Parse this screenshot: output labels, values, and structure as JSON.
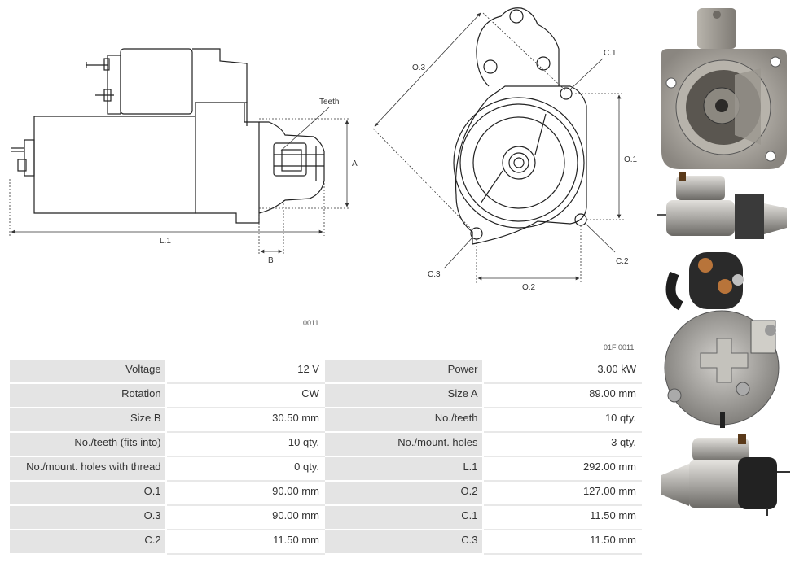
{
  "drawing": {
    "labels": {
      "teeth": "Teeth",
      "a": "A",
      "l1": "L.1",
      "b": "B",
      "o3": "O.3",
      "c1": "C.1",
      "o1": "O.1",
      "c2": "C.2",
      "c3": "C.3",
      "o2": "O.2"
    },
    "scraps": [
      "0011",
      "01F 0011"
    ]
  },
  "photos": [
    {
      "name": "front-flange-photo"
    },
    {
      "name": "side-view-photo"
    },
    {
      "name": "rear-solenoid-photo"
    },
    {
      "name": "angled-view-photo"
    }
  ],
  "specs": {
    "rows": [
      {
        "k1": "Voltage",
        "v1": "12 V",
        "k2": "Power",
        "v2": "3.00 kW"
      },
      {
        "k1": "Rotation",
        "v1": "CW",
        "k2": "Size A",
        "v2": "89.00 mm"
      },
      {
        "k1": "Size B",
        "v1": "30.50 mm",
        "k2": "No./teeth",
        "v2": "10 qty."
      },
      {
        "k1": "No./teeth (fits into)",
        "v1": "10 qty.",
        "k2": "No./mount. holes",
        "v2": "3 qty."
      },
      {
        "k1": "No./mount. holes with thread",
        "v1": "0 qty.",
        "k2": "L.1",
        "v2": "292.00 mm"
      },
      {
        "k1": "O.1",
        "v1": "90.00 mm",
        "k2": "O.2",
        "v2": "127.00 mm"
      },
      {
        "k1": "O.3",
        "v1": "90.00 mm",
        "k2": "C.1",
        "v2": "11.50 mm"
      },
      {
        "k1": "C.2",
        "v1": "11.50 mm",
        "k2": "C.3",
        "v2": "11.50 mm"
      }
    ]
  }
}
